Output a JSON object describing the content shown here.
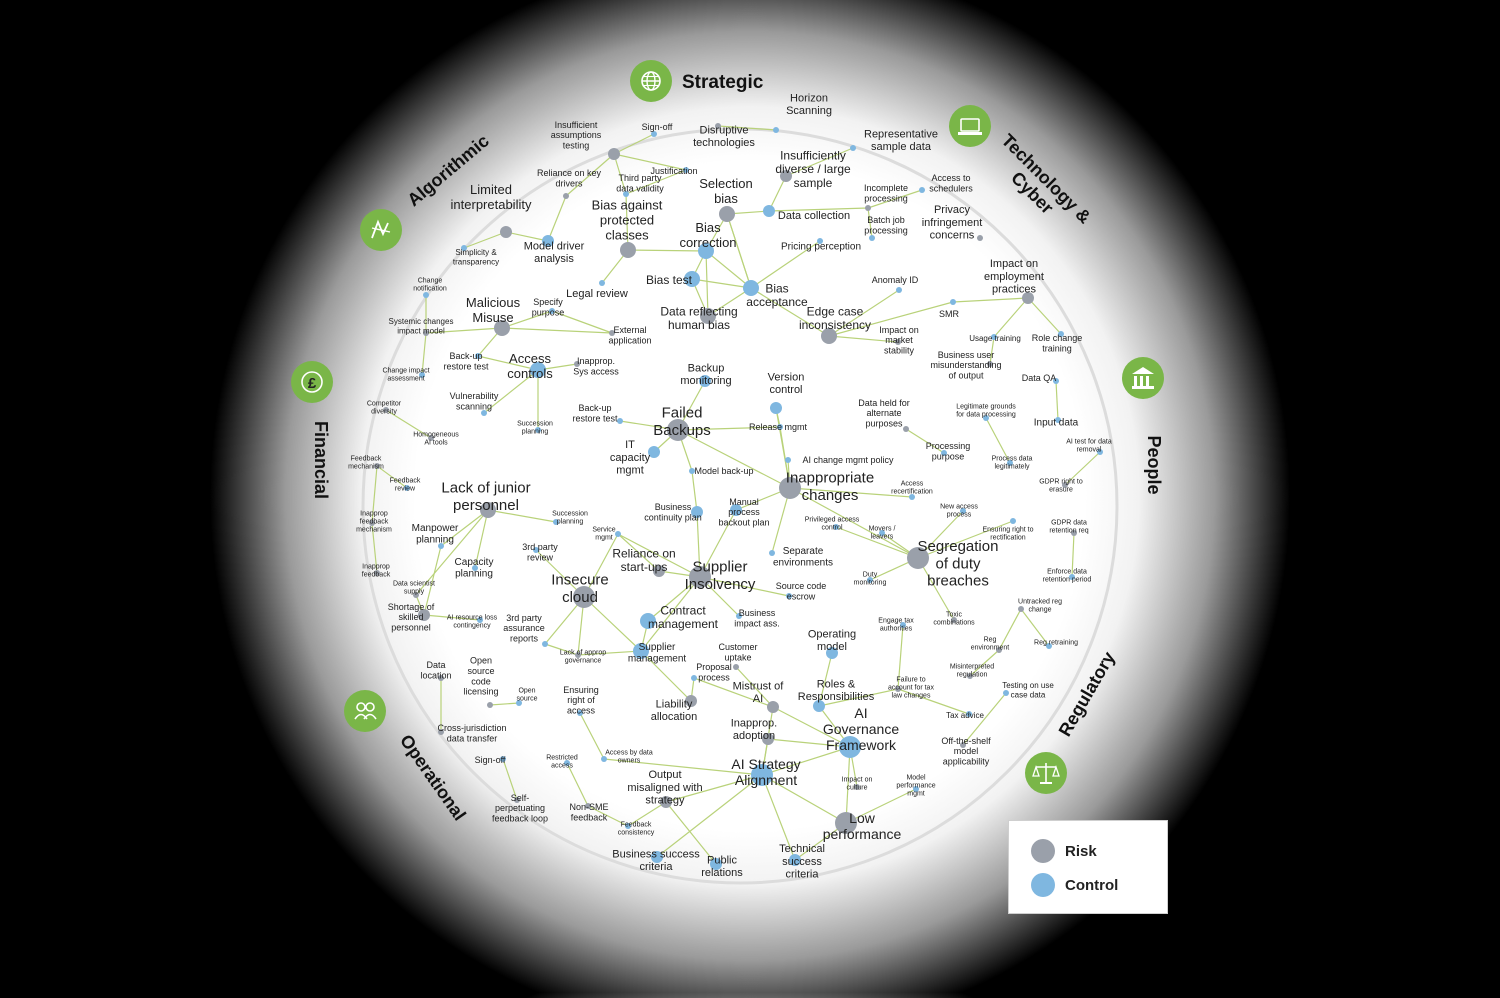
{
  "categories": [
    {
      "key": "strategic",
      "label": "Strategic",
      "icon": "globe-icon"
    },
    {
      "key": "tech",
      "label": "Technology &\nCyber",
      "icon": "laptop-icon"
    },
    {
      "key": "people",
      "label": "People",
      "icon": "bank-icon"
    },
    {
      "key": "regulatory",
      "label": "Regulatory",
      "icon": "scales-icon"
    },
    {
      "key": "operational",
      "label": "Operational",
      "icon": "people-icon"
    },
    {
      "key": "financial",
      "label": "Financial",
      "icon": "pound-icon"
    },
    {
      "key": "algorithmic",
      "label": "Algorithmic",
      "icon": "algorithm-icon"
    }
  ],
  "legend": {
    "risk_label": "Risk",
    "control_label": "Control",
    "risk_color": "#9aa0aa",
    "control_color": "#7fb7e0"
  },
  "colors": {
    "accent_green": "#7ab648",
    "edge": "#b9d27a",
    "ring": "#dcdcdc"
  },
  "nodes": [
    {
      "id": "n1",
      "label": "Insufficient\nassumptions\ntesting",
      "type": "risk",
      "size": "m"
    },
    {
      "id": "n2",
      "label": "Sign-off",
      "type": "control",
      "size": "s"
    },
    {
      "id": "n3",
      "label": "Disruptive\ntechnologies",
      "type": "risk",
      "size": "s"
    },
    {
      "id": "n4",
      "label": "Horizon\nScanning",
      "type": "control",
      "size": "s"
    },
    {
      "id": "n5",
      "label": "Justification",
      "type": "control",
      "size": "s"
    },
    {
      "id": "n6",
      "label": "Representative\nsample data",
      "type": "control",
      "size": "s"
    },
    {
      "id": "n7",
      "label": "Reliance on key\ndrivers",
      "type": "risk",
      "size": "s"
    },
    {
      "id": "n8",
      "label": "Third party\ndata validity",
      "type": "control",
      "size": "s"
    },
    {
      "id": "n9",
      "label": "Insufficiently\ndiverse / large\nsample",
      "type": "risk",
      "size": "m"
    },
    {
      "id": "n10",
      "label": "Limited\ninterpretability",
      "type": "risk",
      "size": "m"
    },
    {
      "id": "n11",
      "label": "Selection\nbias",
      "type": "risk",
      "size": "l"
    },
    {
      "id": "n12",
      "label": "Data collection",
      "type": "control",
      "size": "m"
    },
    {
      "id": "n13",
      "label": "Incomplete\nprocessing",
      "type": "risk",
      "size": "s"
    },
    {
      "id": "n14",
      "label": "Access to\nschedulers",
      "type": "control",
      "size": "s"
    },
    {
      "id": "n15",
      "label": "Bias against\nprotected\nclasses",
      "type": "risk",
      "size": "l"
    },
    {
      "id": "n16",
      "label": "Bias\ncorrection",
      "type": "control",
      "size": "l"
    },
    {
      "id": "n17",
      "label": "Batch job\nprocessing",
      "type": "control",
      "size": "s"
    },
    {
      "id": "n18",
      "label": "Privacy\ninfringement\nconcerns",
      "type": "risk",
      "size": "s"
    },
    {
      "id": "n19",
      "label": "Simplicity &\ntransparency",
      "type": "control",
      "size": "s"
    },
    {
      "id": "n20",
      "label": "Model driver\nanalysis",
      "type": "control",
      "size": "m"
    },
    {
      "id": "n21",
      "label": "Pricing perception",
      "type": "control",
      "size": "s"
    },
    {
      "id": "n22",
      "label": "Bias test",
      "type": "control",
      "size": "l"
    },
    {
      "id": "n23",
      "label": "Bias\nacceptance",
      "type": "control",
      "size": "l"
    },
    {
      "id": "n24",
      "label": "Legal review",
      "type": "control",
      "size": "s"
    },
    {
      "id": "n25",
      "label": "Anomaly ID",
      "type": "control",
      "size": "s"
    },
    {
      "id": "n26",
      "label": "Impact on\nemployment\npractices",
      "type": "risk",
      "size": "m"
    },
    {
      "id": "n27",
      "label": "Change\nnotification",
      "type": "control",
      "size": "s"
    },
    {
      "id": "n28",
      "label": "Malicious\nMisuse",
      "type": "risk",
      "size": "l"
    },
    {
      "id": "n29",
      "label": "Specify\npurpose",
      "type": "control",
      "size": "s"
    },
    {
      "id": "n30",
      "label": "Data reflecting\nhuman bias",
      "type": "risk",
      "size": "l"
    },
    {
      "id": "n31",
      "label": "Edge case\ninconsistency",
      "type": "risk",
      "size": "l"
    },
    {
      "id": "n32",
      "label": "SMR",
      "type": "control",
      "size": "s"
    },
    {
      "id": "n33",
      "label": "Systemic changes\nimpact model",
      "type": "risk",
      "size": "s"
    },
    {
      "id": "n34",
      "label": "External\napplication",
      "type": "risk",
      "size": "s"
    },
    {
      "id": "n35",
      "label": "Impact on\nmarket\nstability",
      "type": "risk",
      "size": "s"
    },
    {
      "id": "n36",
      "label": "Usage training",
      "type": "control",
      "size": "s"
    },
    {
      "id": "n37",
      "label": "Role change\ntraining",
      "type": "control",
      "size": "s"
    },
    {
      "id": "n38",
      "label": "Back-up\nrestore test",
      "type": "control",
      "size": "s"
    },
    {
      "id": "n39",
      "label": "Access\ncontrols",
      "type": "control",
      "size": "l"
    },
    {
      "id": "n40",
      "label": "Inapprop.\nSys access",
      "type": "risk",
      "size": "s"
    },
    {
      "id": "n41",
      "label": "Business user\nmisunderstanding\nof output",
      "type": "risk",
      "size": "s"
    },
    {
      "id": "n42",
      "label": "Change impact\nassessment",
      "type": "control",
      "size": "s"
    },
    {
      "id": "n43",
      "label": "Backup\nmonitoring",
      "type": "control",
      "size": "m"
    },
    {
      "id": "n44",
      "label": "Version\ncontrol",
      "type": "control",
      "size": "m"
    },
    {
      "id": "n45",
      "label": "Data QA",
      "type": "control",
      "size": "s"
    },
    {
      "id": "n46",
      "label": "Vulnerability\nscanning",
      "type": "control",
      "size": "s"
    },
    {
      "id": "n47",
      "label": "Competitor\ndiversity",
      "type": "risk",
      "size": "s"
    },
    {
      "id": "n48",
      "label": "Back-up\nrestore test",
      "type": "control",
      "size": "s"
    },
    {
      "id": "n49",
      "label": "Failed\nBackups",
      "type": "risk",
      "size": "xl"
    },
    {
      "id": "n50",
      "label": "Data held for\nalternate\npurposes",
      "type": "risk",
      "size": "s"
    },
    {
      "id": "n51",
      "label": "Legitimate grounds\nfor data processing",
      "type": "control",
      "size": "s"
    },
    {
      "id": "n52",
      "label": "Input data",
      "type": "control",
      "size": "s"
    },
    {
      "id": "n53",
      "label": "Succession\nplanning",
      "type": "control",
      "size": "s"
    },
    {
      "id": "n54",
      "label": "Release mgmt",
      "type": "control",
      "size": "s"
    },
    {
      "id": "n55",
      "label": "Homogeneous\nAI tools",
      "type": "risk",
      "size": "s"
    },
    {
      "id": "n56",
      "label": "IT\ncapacity\nmgmt",
      "type": "control",
      "size": "m"
    },
    {
      "id": "n57",
      "label": "AI change mgmt policy",
      "type": "control",
      "size": "s"
    },
    {
      "id": "n58",
      "label": "Processing\npurpose",
      "type": "control",
      "size": "s"
    },
    {
      "id": "n59",
      "label": "AI test for data\nremoval",
      "type": "control",
      "size": "s"
    },
    {
      "id": "n60",
      "label": "Process data\nlegitimately",
      "type": "control",
      "size": "s"
    },
    {
      "id": "n61",
      "label": "Feedback\nmechanism",
      "type": "risk",
      "size": "s"
    },
    {
      "id": "n62",
      "label": "Model back-up",
      "type": "control",
      "size": "s"
    },
    {
      "id": "n63",
      "label": "Inappropriate\nchanges",
      "type": "risk",
      "size": "xl"
    },
    {
      "id": "n64",
      "label": "Feedback\nreview",
      "type": "control",
      "size": "s"
    },
    {
      "id": "n65",
      "label": "Lack of junior\npersonnel",
      "type": "risk",
      "size": "l"
    },
    {
      "id": "n66",
      "label": "Access\nrecertification",
      "type": "control",
      "size": "s"
    },
    {
      "id": "n67",
      "label": "GDPR right to\nerasure",
      "type": "risk",
      "size": "s"
    },
    {
      "id": "n68",
      "label": "Business\ncontinuity plan",
      "type": "control",
      "size": "m"
    },
    {
      "id": "n69",
      "label": "Manual\nprocess\nbackout plan",
      "type": "control",
      "size": "m"
    },
    {
      "id": "n70",
      "label": "Inapprop\nfeedback\nmechanism",
      "type": "risk",
      "size": "s"
    },
    {
      "id": "n71",
      "label": "Succession\nplanning",
      "type": "control",
      "size": "s"
    },
    {
      "id": "n72",
      "label": "New access\nprocess",
      "type": "control",
      "size": "s"
    },
    {
      "id": "n73",
      "label": "Privileged access\ncontrol",
      "type": "control",
      "size": "s"
    },
    {
      "id": "n74",
      "label": "Service\nmgmt",
      "type": "control",
      "size": "s"
    },
    {
      "id": "n75",
      "label": "Manpower\nplanning",
      "type": "control",
      "size": "s"
    },
    {
      "id": "n76",
      "label": "Movers /\nleavers",
      "type": "control",
      "size": "s"
    },
    {
      "id": "n77",
      "label": "Ensuring right to\nrectification",
      "type": "control",
      "size": "s"
    },
    {
      "id": "n78",
      "label": "GDPR data\nretention req",
      "type": "risk",
      "size": "s"
    },
    {
      "id": "n79",
      "label": "3rd party\nreview",
      "type": "control",
      "size": "s"
    },
    {
      "id": "n80",
      "label": "Reliance on\nstart-ups",
      "type": "risk",
      "size": "m"
    },
    {
      "id": "n81",
      "label": "Separate\nenvironments",
      "type": "control",
      "size": "s"
    },
    {
      "id": "n82",
      "label": "Segregation\nof duty\nbreaches",
      "type": "risk",
      "size": "xl"
    },
    {
      "id": "n83",
      "label": "Inapprop\nfeedback",
      "type": "risk",
      "size": "s"
    },
    {
      "id": "n84",
      "label": "Capacity\nplanning",
      "type": "control",
      "size": "s"
    },
    {
      "id": "n85",
      "label": "Insecure\ncloud",
      "type": "risk",
      "size": "xl"
    },
    {
      "id": "n86",
      "label": "Supplier\nInsolvency",
      "type": "risk",
      "size": "xl"
    },
    {
      "id": "n87",
      "label": "Duty\nmonitoring",
      "type": "control",
      "size": "s"
    },
    {
      "id": "n88",
      "label": "Enforce data\nretention period",
      "type": "control",
      "size": "s"
    },
    {
      "id": "n89",
      "label": "Data scientist\nsupply",
      "type": "risk",
      "size": "s"
    },
    {
      "id": "n90",
      "label": "Source code\nescrow",
      "type": "control",
      "size": "s"
    },
    {
      "id": "n91",
      "label": "Shortage of\nskilled\npersonnel",
      "type": "risk",
      "size": "m"
    },
    {
      "id": "n92",
      "label": "AI resource loss\ncontingency",
      "type": "control",
      "size": "s"
    },
    {
      "id": "n93",
      "label": "Contract\nmanagement",
      "type": "control",
      "size": "l"
    },
    {
      "id": "n94",
      "label": "Business\nimpact ass.",
      "type": "control",
      "size": "s"
    },
    {
      "id": "n95",
      "label": "Untracked reg\nchange",
      "type": "risk",
      "size": "s"
    },
    {
      "id": "n96",
      "label": "Toxic\ncombinations",
      "type": "risk",
      "size": "s"
    },
    {
      "id": "n97",
      "label": "Engage tax\nauthorities",
      "type": "control",
      "size": "s"
    },
    {
      "id": "n98",
      "label": "3rd party\nassurance\nreports",
      "type": "control",
      "size": "s"
    },
    {
      "id": "n99",
      "label": "Lack of approp\ngovernance",
      "type": "risk",
      "size": "s"
    },
    {
      "id": "n100",
      "label": "Operating\nmodel",
      "type": "control",
      "size": "m"
    },
    {
      "id": "n101",
      "label": "Reg\nenvironment",
      "type": "risk",
      "size": "s"
    },
    {
      "id": "n102",
      "label": "Reg retraining",
      "type": "control",
      "size": "s"
    },
    {
      "id": "n103",
      "label": "Supplier\nmanagement",
      "type": "control",
      "size": "l"
    },
    {
      "id": "n104",
      "label": "Customer\nuptake",
      "type": "risk",
      "size": "s"
    },
    {
      "id": "n105",
      "label": "Data\nlocation",
      "type": "risk",
      "size": "s"
    },
    {
      "id": "n106",
      "label": "Misinterpreted\nregulation",
      "type": "risk",
      "size": "s"
    },
    {
      "id": "n107",
      "label": "Open\nsource\ncode\nlicensing",
      "type": "risk",
      "size": "s"
    },
    {
      "id": "n108",
      "label": "Open\nsource",
      "type": "control",
      "size": "s"
    },
    {
      "id": "n109",
      "label": "Proposal\nprocess",
      "type": "control",
      "size": "s"
    },
    {
      "id": "n110",
      "label": "Mistrust of\nAI",
      "type": "risk",
      "size": "m"
    },
    {
      "id": "n111",
      "label": "Roles &\nResponsibilities",
      "type": "control",
      "size": "m"
    },
    {
      "id": "n112",
      "label": "Failure to\naccount for tax\nlaw changes",
      "type": "risk",
      "size": "s"
    },
    {
      "id": "n113",
      "label": "Testing on use\ncase data",
      "type": "control",
      "size": "s"
    },
    {
      "id": "n114",
      "label": "Ensuring\nright of\naccess",
      "type": "control",
      "size": "s"
    },
    {
      "id": "n115",
      "label": "Liability\nallocation",
      "type": "risk",
      "size": "m"
    },
    {
      "id": "n116",
      "label": "AI\nGovernance\nFramework",
      "type": "control",
      "size": "xl"
    },
    {
      "id": "n117",
      "label": "Tax advice",
      "type": "control",
      "size": "s"
    },
    {
      "id": "n118",
      "label": "Inapprop.\nadoption",
      "type": "risk",
      "size": "m"
    },
    {
      "id": "n119",
      "label": "Cross-jurisdiction\ndata transfer",
      "type": "risk",
      "size": "s"
    },
    {
      "id": "n120",
      "label": "Sign-off",
      "type": "control",
      "size": "s"
    },
    {
      "id": "n121",
      "label": "Restricted\naccess",
      "type": "control",
      "size": "s"
    },
    {
      "id": "n122",
      "label": "Access by data\nowners",
      "type": "control",
      "size": "s"
    },
    {
      "id": "n123",
      "label": "Off-the-shelf\nmodel\napplicability",
      "type": "risk",
      "size": "s"
    },
    {
      "id": "n124",
      "label": "AI Strategy\nAlignment",
      "type": "control",
      "size": "xl"
    },
    {
      "id": "n125",
      "label": "Impact on\nculture",
      "type": "risk",
      "size": "s"
    },
    {
      "id": "n126",
      "label": "Model\nperformance\nmgmt",
      "type": "control",
      "size": "s"
    },
    {
      "id": "n127",
      "label": "Output\nmisaligned with\nstrategy",
      "type": "risk",
      "size": "m"
    },
    {
      "id": "n128",
      "label": "Self-\nperpetuating\nfeedback loop",
      "type": "risk",
      "size": "s"
    },
    {
      "id": "n129",
      "label": "Non-SME\nfeedback",
      "type": "risk",
      "size": "s"
    },
    {
      "id": "n130",
      "label": "Feedback\nconsistency",
      "type": "control",
      "size": "s"
    },
    {
      "id": "n131",
      "label": "Low\nperformance",
      "type": "risk",
      "size": "xl"
    },
    {
      "id": "n132",
      "label": "Business success\ncriteria",
      "type": "control",
      "size": "m"
    },
    {
      "id": "n133",
      "label": "Public\nrelations",
      "type": "control",
      "size": "m"
    },
    {
      "id": "n134",
      "label": "Technical\nsuccess\ncriteria",
      "type": "control",
      "size": "m"
    }
  ]
}
